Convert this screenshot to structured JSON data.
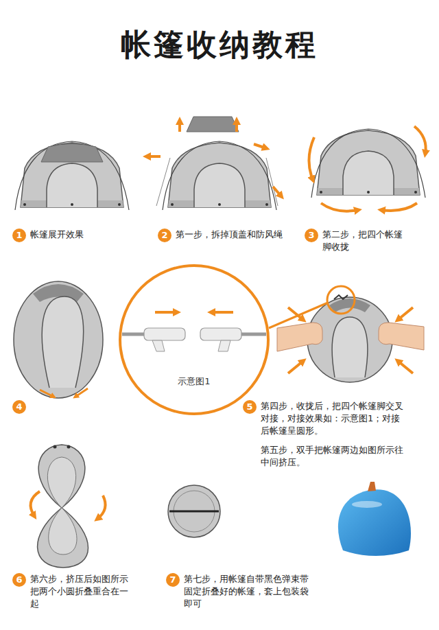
{
  "diagram": {
    "title": "帐篷收纳教程",
    "nodes": [
      {
        "text": [
          "1",
          "帐篷展开效果"
        ]
      },
      {
        "text": [
          "2",
          "第一步，拆掉顶盖和防风绳"
        ]
      },
      {
        "text": [
          "3",
          "第二步，把四个帐篷脚收拢"
        ]
      },
      {
        "text": [
          "4"
        ]
      },
      {
        "text": [
          "示意图1"
        ]
      },
      {
        "text": [
          "5",
          "第四步，收拢后，把四个帐篷脚交叉对接，对接效果如：示意图1；对接后帐篷呈圆形。",
          "第五步，双手把帐篷两边如图所示往中间挤压。"
        ]
      },
      {
        "text": [
          "6",
          "第六步，挤压后如图所示把两个小圆折叠重合在一起"
        ]
      },
      {
        "text": [
          "7",
          "第七步，用帐篷自带黑色弹束带固定折叠好的帐篷，套上包装袋即可"
        ]
      }
    ]
  }
}
